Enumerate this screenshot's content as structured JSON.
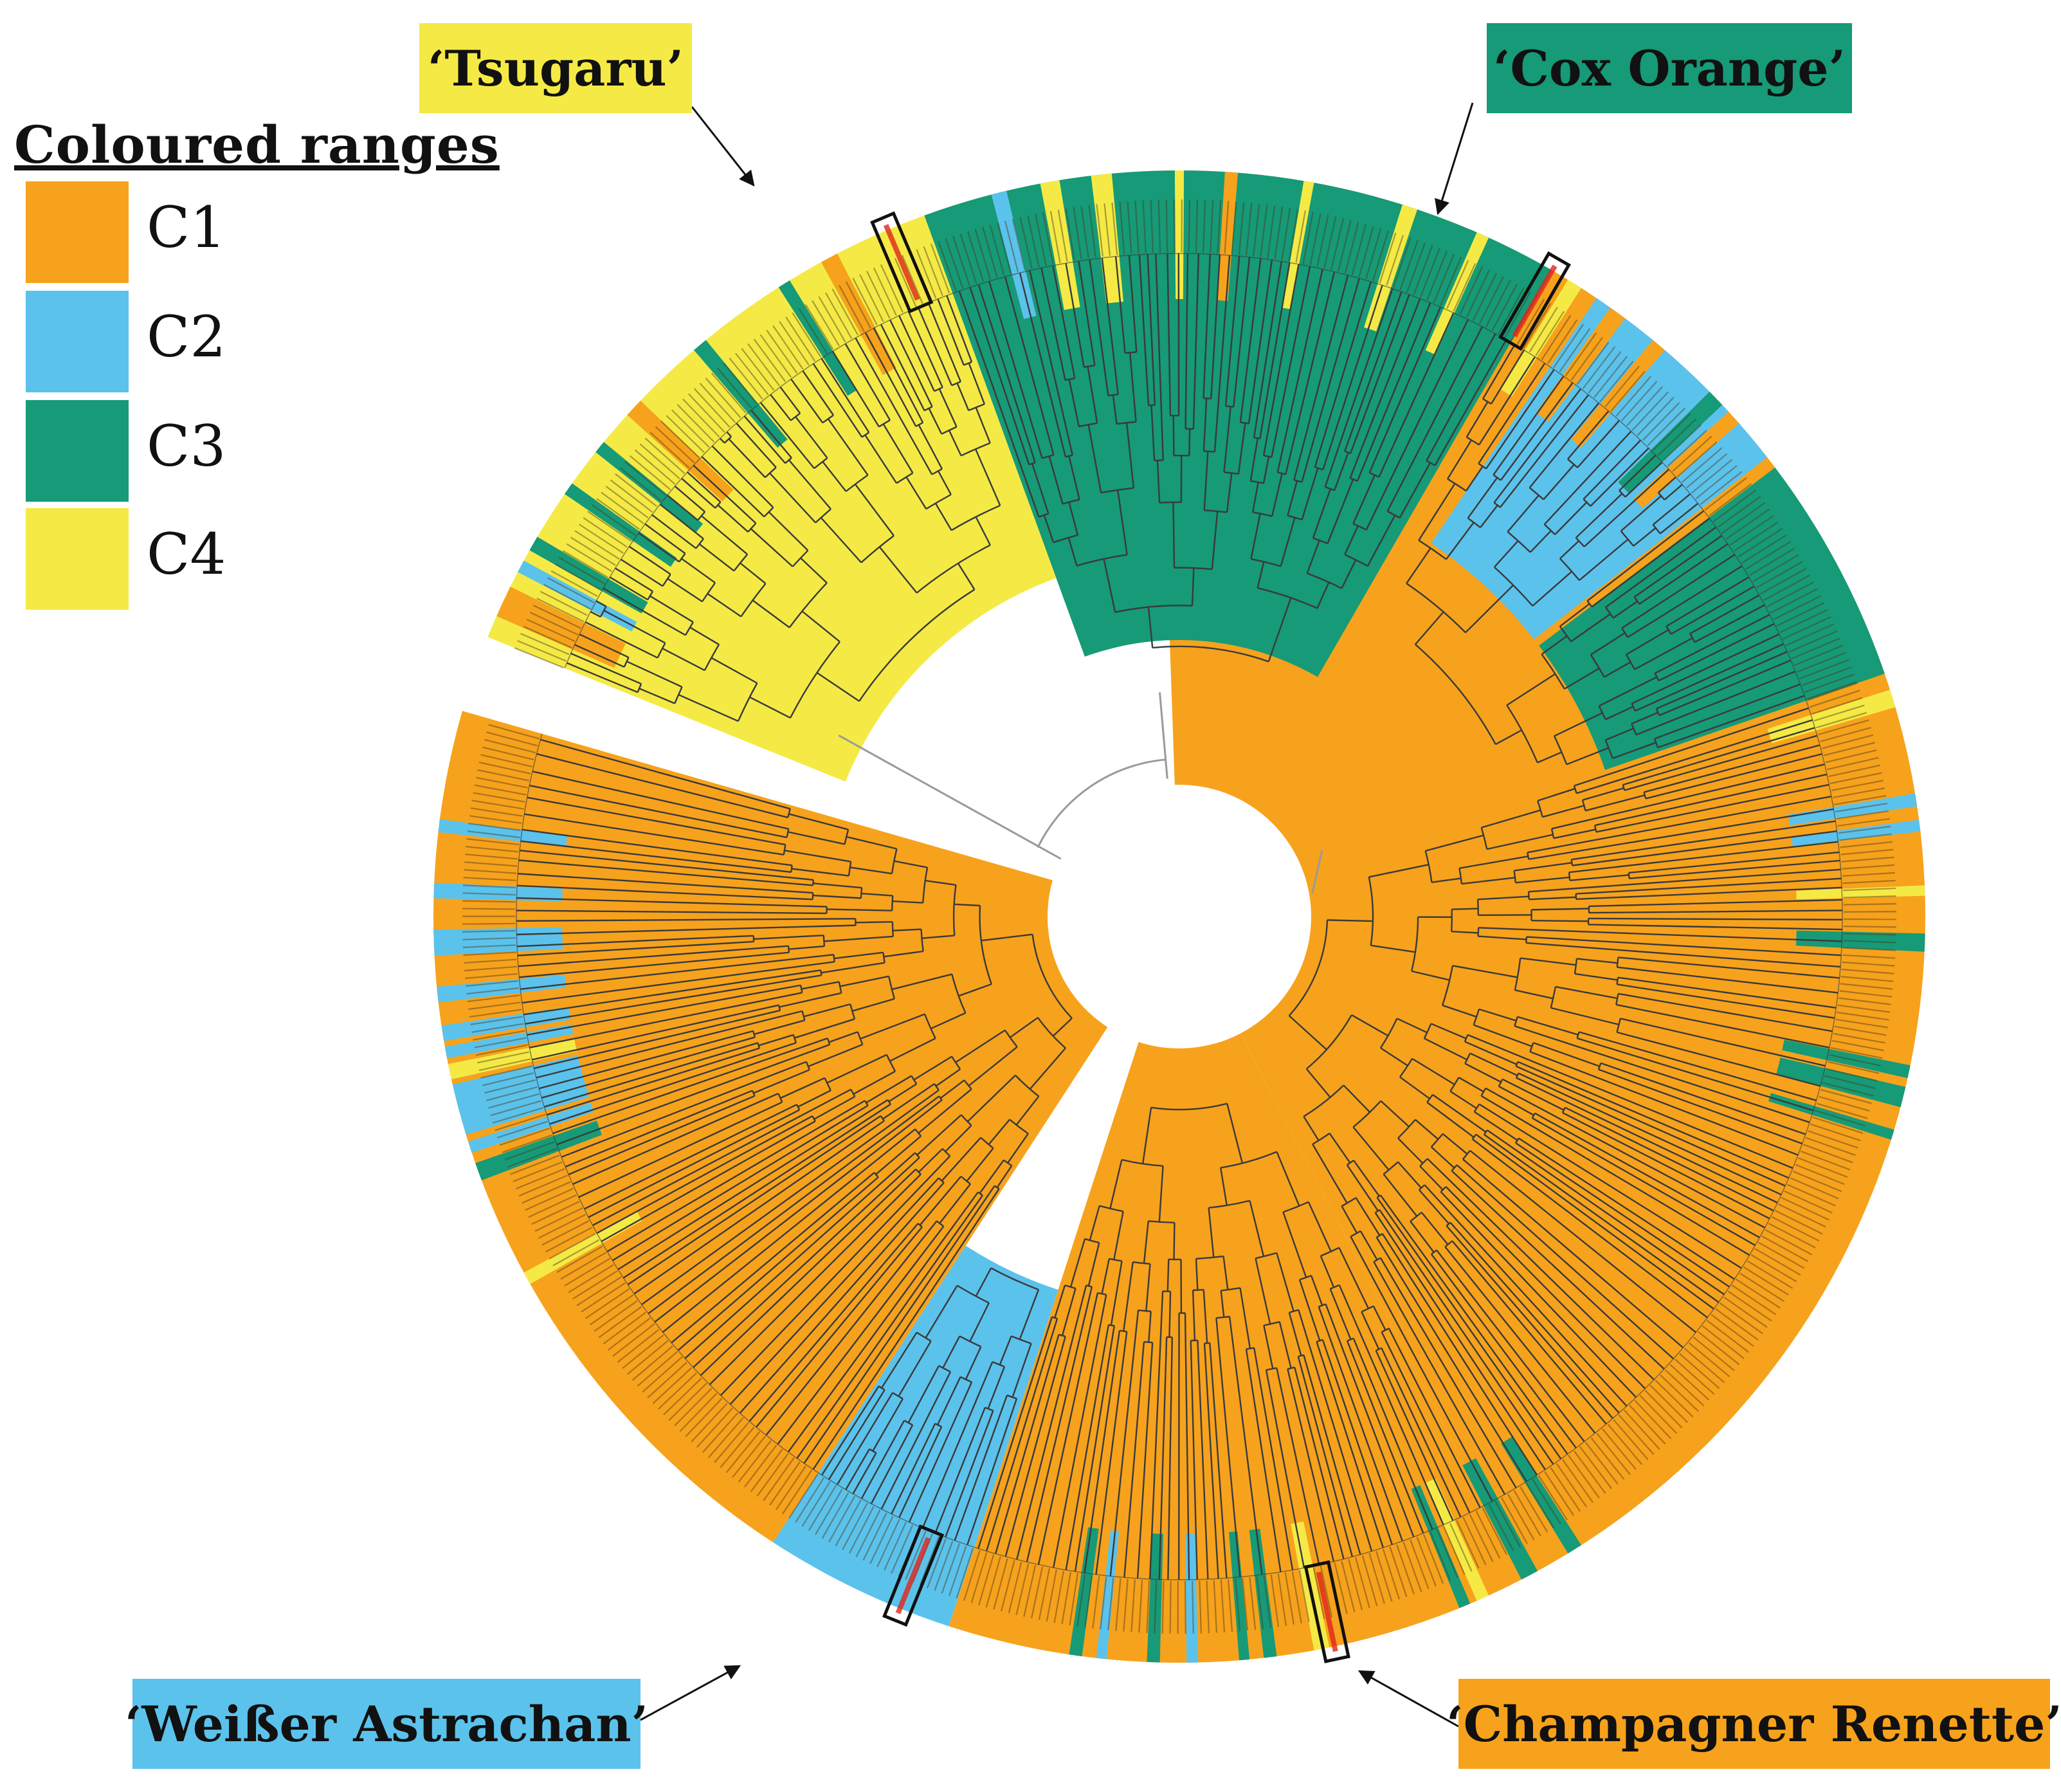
{
  "colors": {
    "C1": "#f7a21c",
    "C2": "#5bc2ec",
    "C3": "#169a77",
    "C4": "#f5ea45",
    "line": "#3a3a3a",
    "highlight_box": "#111111",
    "highlight_text": "#e0261b"
  },
  "legend": {
    "title": "Coloured ranges",
    "items": [
      {
        "label": "C1",
        "color": "#f7a21c"
      },
      {
        "label": "C2",
        "color": "#5bc2ec"
      },
      {
        "label": "C3",
        "color": "#169a77"
      },
      {
        "label": "C4",
        "color": "#f5ea45"
      }
    ]
  },
  "callouts": {
    "tsugaru": {
      "label": "‘Tsugaru’",
      "cluster": "C4"
    },
    "cox_orange": {
      "label": "‘Cox Orange’",
      "cluster": "C3"
    },
    "weisser_astrachan": {
      "label": "‘Weißer Astrachan’",
      "cluster": "C2"
    },
    "champagner_renette": {
      "label": "‘Champagner Renette’",
      "cluster": "C1"
    }
  },
  "tree": {
    "type": "circular-dendrogram",
    "clusters": [
      "C1",
      "C2",
      "C3",
      "C4"
    ],
    "open_gap": "left",
    "icons": [
      "callout-arrow-icon",
      "highlight-box-icon"
    ]
  }
}
